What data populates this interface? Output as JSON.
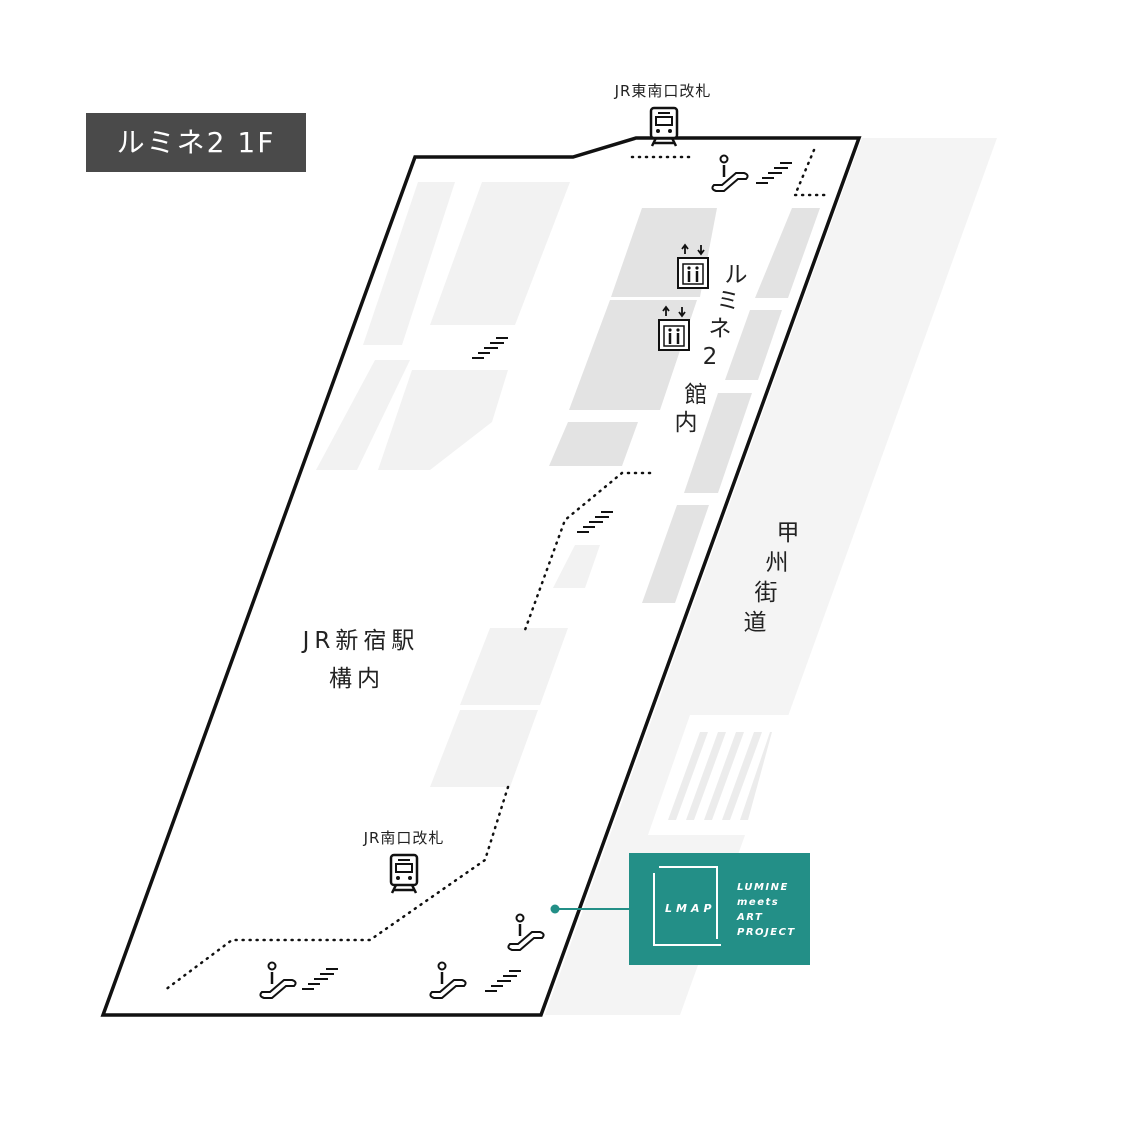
{
  "floor_label": "ルミネ2 1F",
  "labels": {
    "east_south_gate": "JR東南口改札",
    "south_gate": "JR南口改札",
    "station_line1": "JR新宿駅",
    "station_line2": "構内",
    "lumine2_inside": [
      "ル",
      "ミ",
      "ネ",
      "2",
      "館",
      "内"
    ],
    "koshu_kaido": [
      "甲",
      "州",
      "街",
      "道"
    ]
  },
  "lmap": {
    "logo": "LMAP",
    "lines": [
      "LUMINE",
      "meets",
      "ART",
      "PROJECT"
    ]
  },
  "colors": {
    "lmap": "#238f87",
    "badge": "#4a4a4a",
    "shop_light": "#f2f2f2",
    "shop_dark": "#e3e3e3",
    "road": "#f4f4f4"
  },
  "icons": [
    "train-icon",
    "escalator-icon",
    "stairs-icon",
    "elevator-icon"
  ]
}
